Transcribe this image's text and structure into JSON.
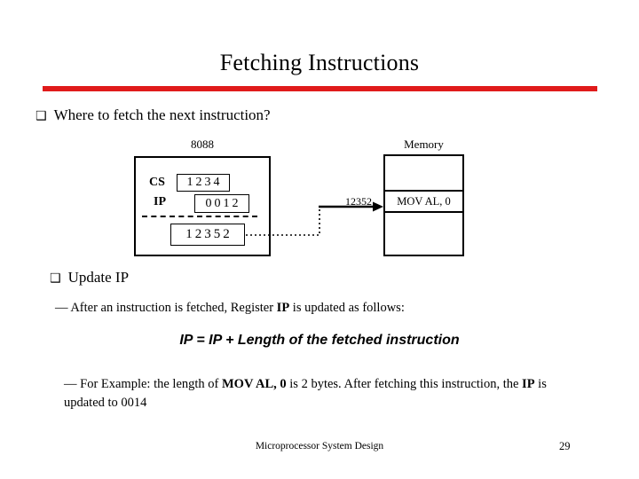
{
  "slide": {
    "title": "Fetching Instructions",
    "accent_color": "#E01B1B",
    "background_color": "#FFFFFF",
    "text_color": "#000000"
  },
  "bullets": {
    "glyph": "❑",
    "first": "Where to fetch the next instruction?",
    "second": "Update IP"
  },
  "sub_points": {
    "first_prefix": "— ",
    "first_a": "After an instruction is fetched, Register ",
    "first_bold": "IP",
    "first_b": " is updated as follows:",
    "formula": "IP = IP + Length of the fetched instruction",
    "second_prefix": "— ",
    "second_a": "For Example: the length of ",
    "second_bold_1": "MOV AL, 0",
    "second_b": " is 2 bytes. After fetching this instruction, the ",
    "second_bold_2": "IP",
    "second_c": " is updated to 0014"
  },
  "diagram": {
    "cpu_title": "8088",
    "memory_title": "Memory",
    "cs_label": "CS",
    "cs_value": "1234",
    "ip_label": "IP",
    "ip_value": "0012",
    "sum_value": "12352",
    "address_label": "12352",
    "memory_cells": [
      "",
      "MOV AL, 0",
      ""
    ]
  },
  "footer": {
    "text": "Microprocessor System Design",
    "page": "29"
  }
}
